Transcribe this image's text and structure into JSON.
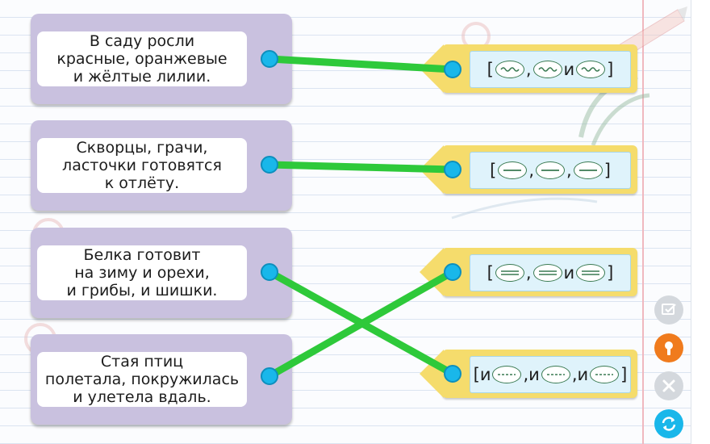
{
  "colors": {
    "card_bg": "#c9c1df",
    "tag_bg": "#f5dc6c",
    "connector": "#2ec93a",
    "dot": "#19b7ea",
    "lock_button": "#f07b1d",
    "refresh_button": "#19b7ea"
  },
  "sentences": [
    {
      "text": "В саду росли\nкрасные, оранжевые\nи жёлтые лилии."
    },
    {
      "text": "Скворцы, грачи,\nласточки готовятся\nк отлёту."
    },
    {
      "text": "Белка готовит\nна зиму и орехи,\nи грибы, и шишки."
    },
    {
      "text": "Стая птиц\nполетала, покружилась\nи улетела вдаль."
    }
  ],
  "schemes": [
    {
      "parts": [
        {
          "type": "text",
          "value": "["
        },
        {
          "type": "oval",
          "underline": "wavy"
        },
        {
          "type": "text",
          "value": ","
        },
        {
          "type": "oval",
          "underline": "wavy"
        },
        {
          "type": "text",
          "value": "и"
        },
        {
          "type": "oval",
          "underline": "wavy"
        },
        {
          "type": "text",
          "value": "]"
        }
      ]
    },
    {
      "parts": [
        {
          "type": "text",
          "value": "["
        },
        {
          "type": "oval",
          "underline": "single"
        },
        {
          "type": "text",
          "value": ","
        },
        {
          "type": "oval",
          "underline": "single"
        },
        {
          "type": "text",
          "value": ","
        },
        {
          "type": "oval",
          "underline": "single"
        },
        {
          "type": "text",
          "value": "]"
        }
      ]
    },
    {
      "parts": [
        {
          "type": "text",
          "value": "["
        },
        {
          "type": "oval",
          "underline": "double"
        },
        {
          "type": "text",
          "value": ","
        },
        {
          "type": "oval",
          "underline": "double"
        },
        {
          "type": "text",
          "value": "и"
        },
        {
          "type": "oval",
          "underline": "double"
        },
        {
          "type": "text",
          "value": "]"
        }
      ]
    },
    {
      "parts": [
        {
          "type": "text",
          "value": "[и"
        },
        {
          "type": "oval",
          "underline": "dashed"
        },
        {
          "type": "text",
          "value": ",и"
        },
        {
          "type": "oval",
          "underline": "dashed"
        },
        {
          "type": "text",
          "value": ",и"
        },
        {
          "type": "oval",
          "underline": "dashed"
        },
        {
          "type": "text",
          "value": "]"
        }
      ]
    }
  ],
  "connections": [
    [
      0,
      0
    ],
    [
      1,
      1
    ],
    [
      2,
      3
    ],
    [
      3,
      2
    ]
  ],
  "side_buttons": [
    {
      "icon": "edit-check-icon"
    },
    {
      "icon": "keyhole-lock-icon"
    },
    {
      "icon": "close-icon"
    },
    {
      "icon": "refresh-icon"
    }
  ]
}
